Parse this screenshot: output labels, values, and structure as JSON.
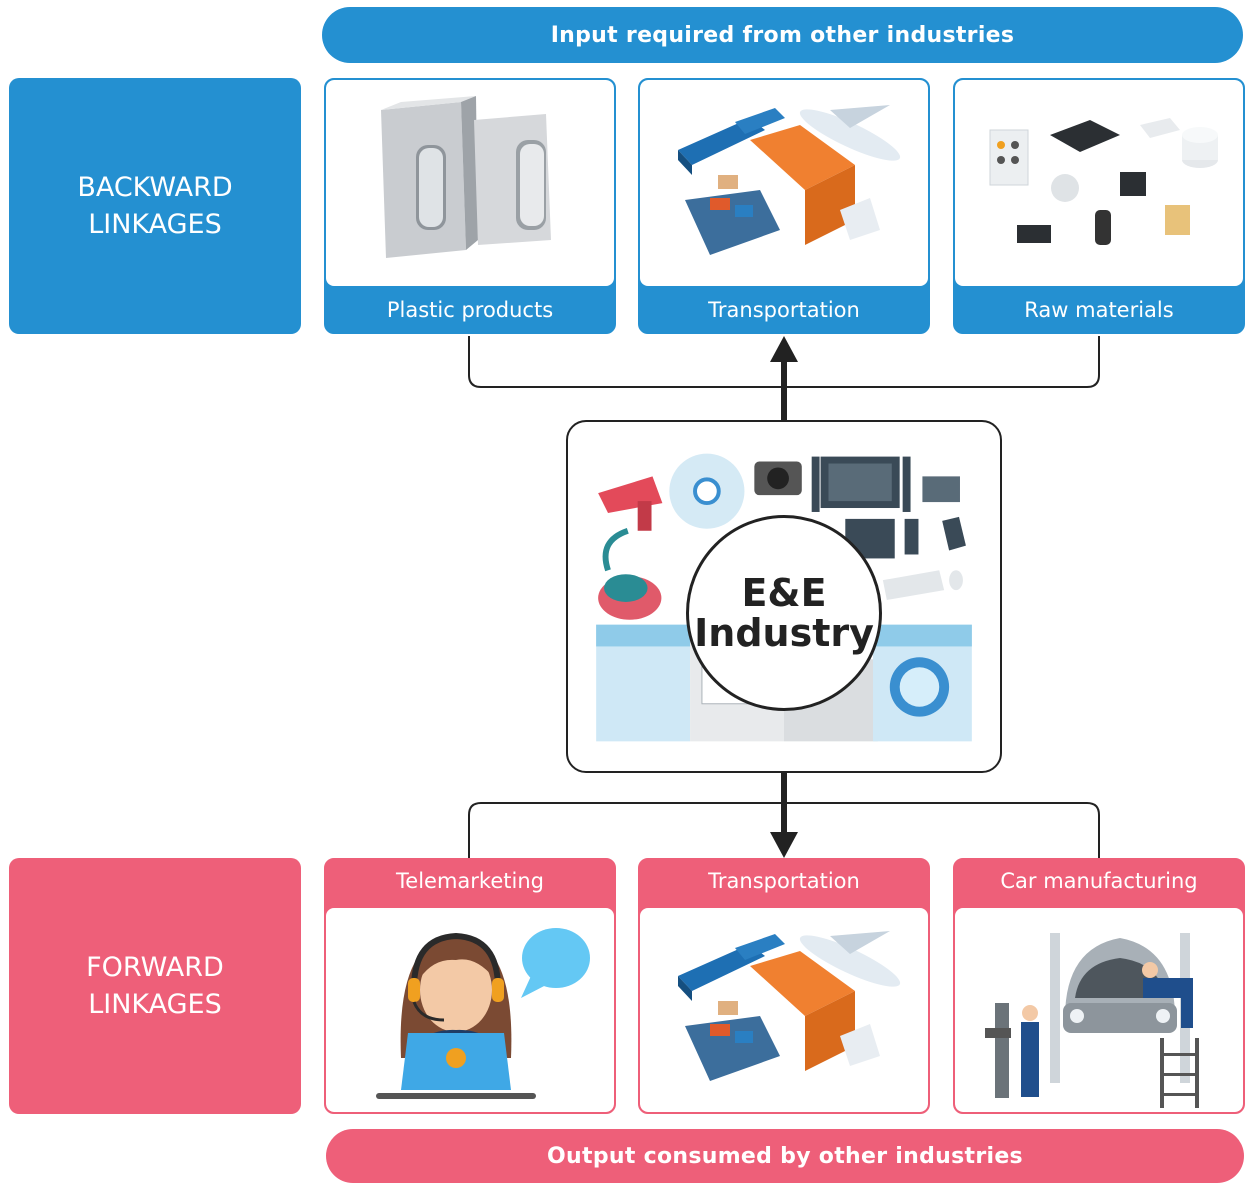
{
  "top_banner": "Input required from other industries",
  "bottom_banner": "Output consumed by other industries",
  "backward": {
    "label": "BACKWARD\nLINKAGES",
    "color": "#2490d1"
  },
  "forward": {
    "label": "FORWARD\nLINKAGES",
    "color": "#ee5f79"
  },
  "backward_cards": [
    "Plastic products",
    "Transportation",
    "Raw materials"
  ],
  "forward_cards": [
    "Telemarketing",
    "Transportation",
    "Car manufacturing"
  ],
  "center": {
    "line1": "E&E",
    "line2": "Industry"
  }
}
